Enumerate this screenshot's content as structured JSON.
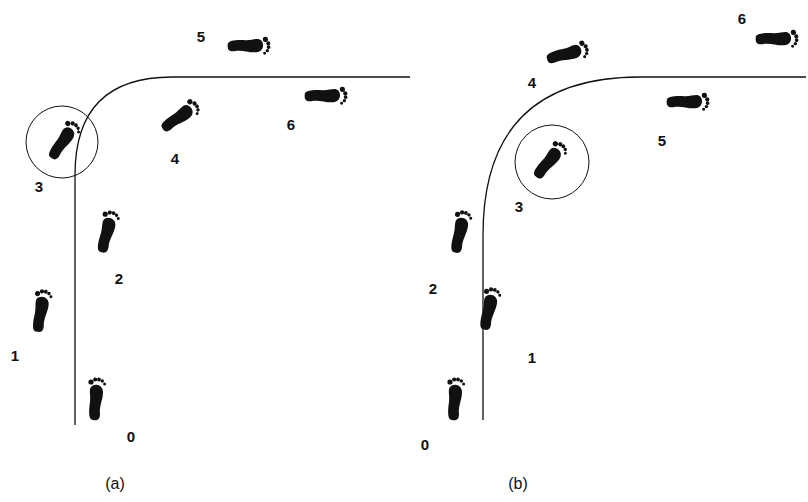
{
  "diagram": {
    "labels": [
      "0",
      "1",
      "2",
      "3",
      "4",
      "5",
      "6",
      "(a)",
      "0",
      "1",
      "2",
      "3",
      "4",
      "5",
      "6",
      "(b)"
    ]
  }
}
